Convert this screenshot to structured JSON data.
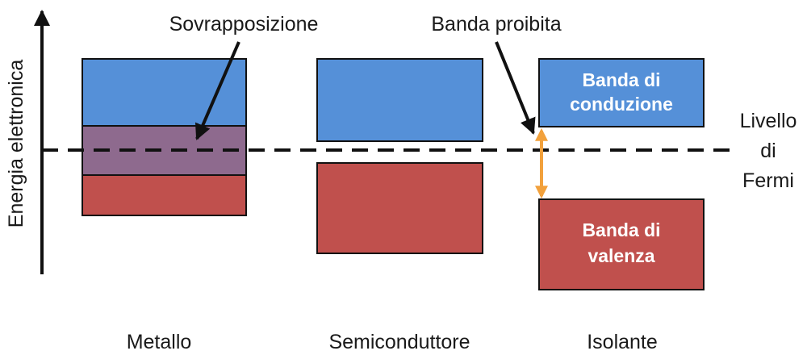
{
  "axis": {
    "label": "Energia elettronica"
  },
  "fermi": {
    "label_lines": [
      "Livello",
      "di",
      "Fermi"
    ]
  },
  "annotations": {
    "overlap": "Sovrapposizione",
    "band_gap": "Banda proibita"
  },
  "materials": {
    "metal": "Metallo",
    "semiconductor": "Semiconduttore",
    "insulator": "Isolante"
  },
  "bands": {
    "conduction_label": [
      "Banda di",
      "conduzione"
    ],
    "valence_label": [
      "Banda di",
      "valenza"
    ]
  },
  "colors": {
    "conduction": "#5590d8",
    "valence": "#c0504d",
    "overlap": "#8e6a8e",
    "gap_arrow": "#f2a13c",
    "axis": "#111111"
  }
}
